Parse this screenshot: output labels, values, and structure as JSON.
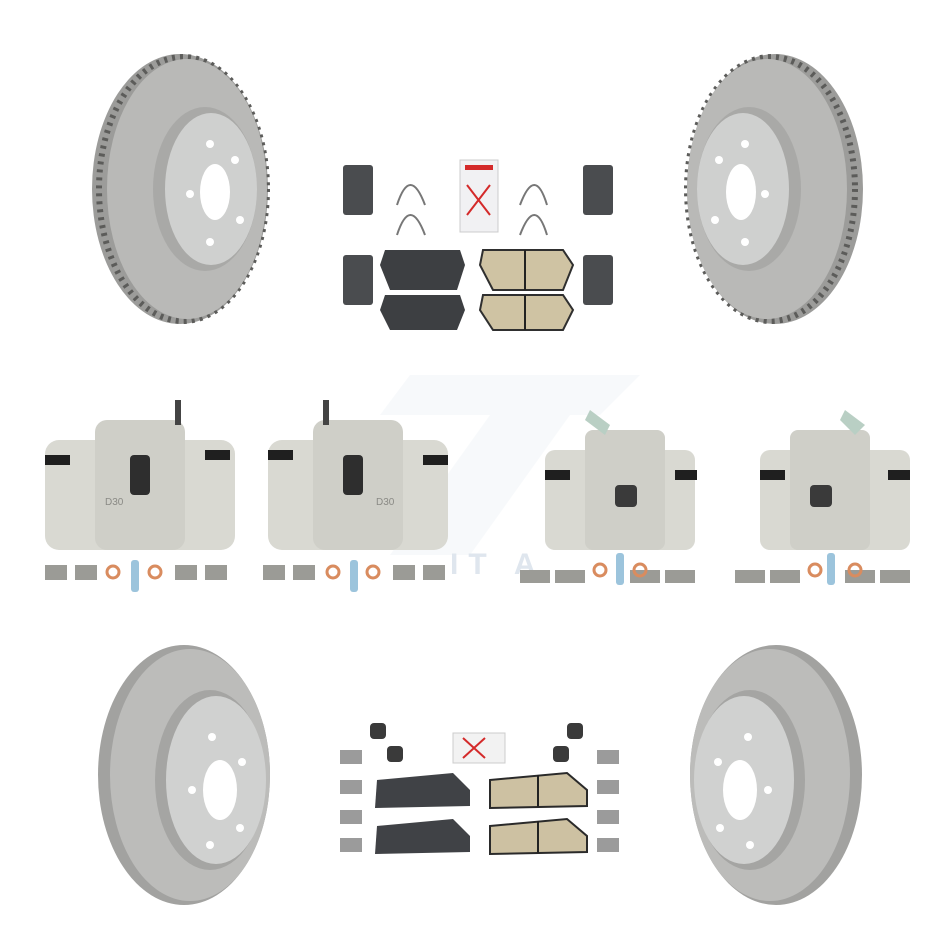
{
  "image": {
    "description": "Brake kit product composite: front & rear rotors, ceramic brake pad sets with hardware, and four loaded brake calipers with mounting hardware",
    "background_color": "#ffffff",
    "watermark": {
      "visible_text": "IT A",
      "color": "#dfe6ee"
    }
  },
  "components": {
    "rotors": [
      {
        "id": "front-left-rotor",
        "type": "vented",
        "position": "top-left"
      },
      {
        "id": "front-right-rotor",
        "type": "vented",
        "position": "top-right"
      },
      {
        "id": "rear-left-rotor",
        "type": "solid",
        "position": "bottom-left"
      },
      {
        "id": "rear-right-rotor",
        "type": "solid",
        "position": "bottom-right"
      }
    ],
    "pad_sets": [
      {
        "id": "rear-pad-set",
        "position": "top-center",
        "pads": [
          "backing-plate",
          "backing-plate",
          "ceramic-friction",
          "ceramic-friction"
        ],
        "hardware": "abutment clips, anti-rattle springs, grease packet"
      },
      {
        "id": "front-pad-set",
        "position": "bottom-center",
        "pads": [
          "backing-plate",
          "backing-plate",
          "ceramic-friction",
          "ceramic-friction"
        ],
        "hardware": "abutment clips, boots, grease packet"
      }
    ],
    "calipers": [
      {
        "id": "front-caliper-1",
        "position": "middle-left",
        "casting_mark": "D30"
      },
      {
        "id": "front-caliper-2",
        "position": "middle-center-left",
        "casting_mark": "D30"
      },
      {
        "id": "rear-caliper-1",
        "position": "middle-center-right"
      },
      {
        "id": "rear-caliper-2",
        "position": "middle-right"
      }
    ]
  },
  "colors": {
    "rotor_metal": "#b9b9b7",
    "rotor_dark": "#8e8e8c",
    "hat_metal": "#cfd0cf",
    "caliper": "#d9d9d2",
    "pad_ceramic": "#cfc3a3",
    "pad_backing": "#3d3f42",
    "copper_washer": "#d98c5f",
    "bleeder_blue": "#9cc4dc"
  }
}
